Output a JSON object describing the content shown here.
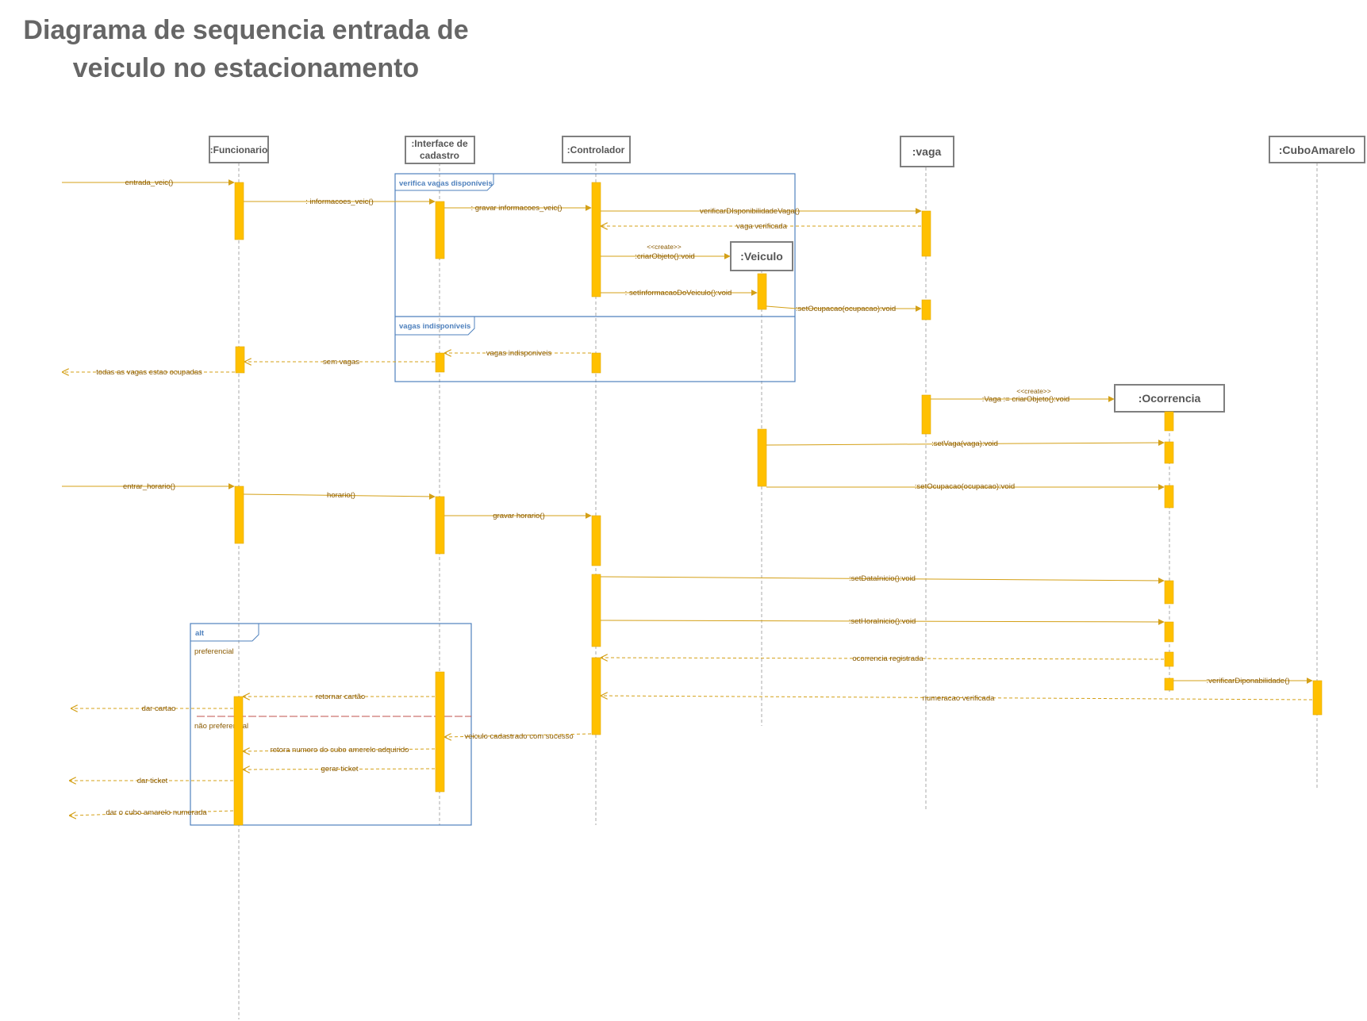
{
  "title": {
    "line1": "Diagrama de sequencia entrada de",
    "line2": "veiculo no estacionamento"
  },
  "participants": {
    "funcionario": ":Funcionario",
    "interface_l1": ":Interface de",
    "interface_l2": "cadastro",
    "controlador": ":Controlador",
    "vaga": ":vaga",
    "cubo": ":CuboAmarelo",
    "veiculo": ":Veiculo",
    "ocorrencia": ":Ocorrencia"
  },
  "frames": {
    "verifica": "verifica vagas disponíveis",
    "indisponiveis": "vagas indisponíveis",
    "alt": "alt",
    "preferencial": "preferencial",
    "nao_preferencial": "não preferencial"
  },
  "stereotype": "<<create>>",
  "messages": {
    "entrada_veic": "entrada_veic()",
    "informacoes_veic": ": informacoes_veic()",
    "gravar_informacoes": ": gravar informacoes_veic()",
    "verificar_disp": "verificarDIsponibilidadeVaga()",
    "vaga_verificada": "vaga verificada",
    "criar_objeto": ":criarObjeto():void",
    "set_informacao": ": setInformacaoDoVeiculo():void",
    "set_ocupacao_1": ":setOcupacao(ocupacao):void",
    "vagas_indisponiveis": "vagas indisponiveis",
    "sem_vagas": "sem vagas",
    "todas_ocupadas": "todas as vagas estao ocupadas",
    "vaga_criar_objeto": ":Vaga := criarObjeto():void",
    "set_vaga": ":setVaga(vaga):void",
    "set_ocupacao_2": ":setOcupacao(ocupacao):void",
    "entrar_horario": "entrar_horario()",
    "horario": "horario()",
    "gravar_horario": "gravar horario()",
    "set_data_inicio": ":setDataInicio():void",
    "set_hora_inicio": ":setHoraInicio():void",
    "ocorrencia_registrada": "ocorrencia registrada",
    "verificar_diponabilidade": ":verificarDiponabilidade()",
    "numeracao_verificada": "numeracao verificada",
    "retornar_cartao": "retornar cartão",
    "dar_cartao": "dar cartao",
    "veiculo_cadastrado": "veiculo cadastrado com sucesso",
    "retora_numero": "retora numero do cubo amerelo adquirido",
    "gerar_ticket": "gerar ticket",
    "dar_ticket": "dar ticket",
    "dar_cubo": "dar o cubo amarelo numerada"
  },
  "colors": {
    "activation": "#ffc000",
    "message": "#d4a017",
    "frame": "#4f81bd",
    "lifeline": "#aaaaaa",
    "participant_border": "#7f7f7f",
    "alt_divider": "#c0504d"
  }
}
